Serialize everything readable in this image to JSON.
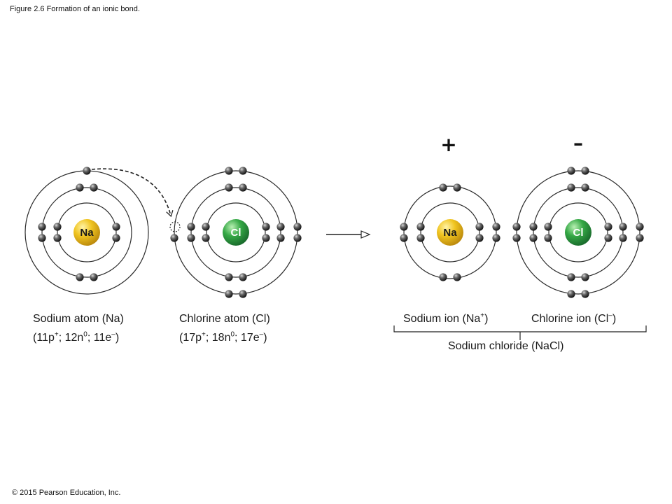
{
  "caption": "Figure 2.6 Formation of an ionic bond.",
  "copyright": "© 2015 Pearson Education, Inc.",
  "charges": {
    "plus": "+",
    "minus": "–"
  },
  "atoms": {
    "na_atom": {
      "symbol": "Na",
      "name": "Sodium atom (Na)",
      "p": "11p",
      "n": "12n",
      "e": "11e",
      "nucleus_color": "#f0c420"
    },
    "cl_atom": {
      "symbol": "Cl",
      "name": "Chlorine atom (Cl)",
      "p": "17p",
      "n": "18n",
      "e": "17e",
      "nucleus_color": "#2a9a3c"
    },
    "na_ion": {
      "symbol": "Na",
      "name_prefix": "Sodium ion (Na",
      "name_sup": "+",
      "name_suffix": ")"
    },
    "cl_ion": {
      "symbol": "Cl",
      "name_prefix": "Chlorine ion (Cl",
      "name_sup": "–",
      "name_suffix": ")"
    }
  },
  "compound": "Sodium chloride (NaCl)",
  "composition_marks": {
    "plus": "+",
    "zero": "0",
    "minus": "–",
    "sep": "; ",
    "open": "(",
    "close": ")"
  }
}
